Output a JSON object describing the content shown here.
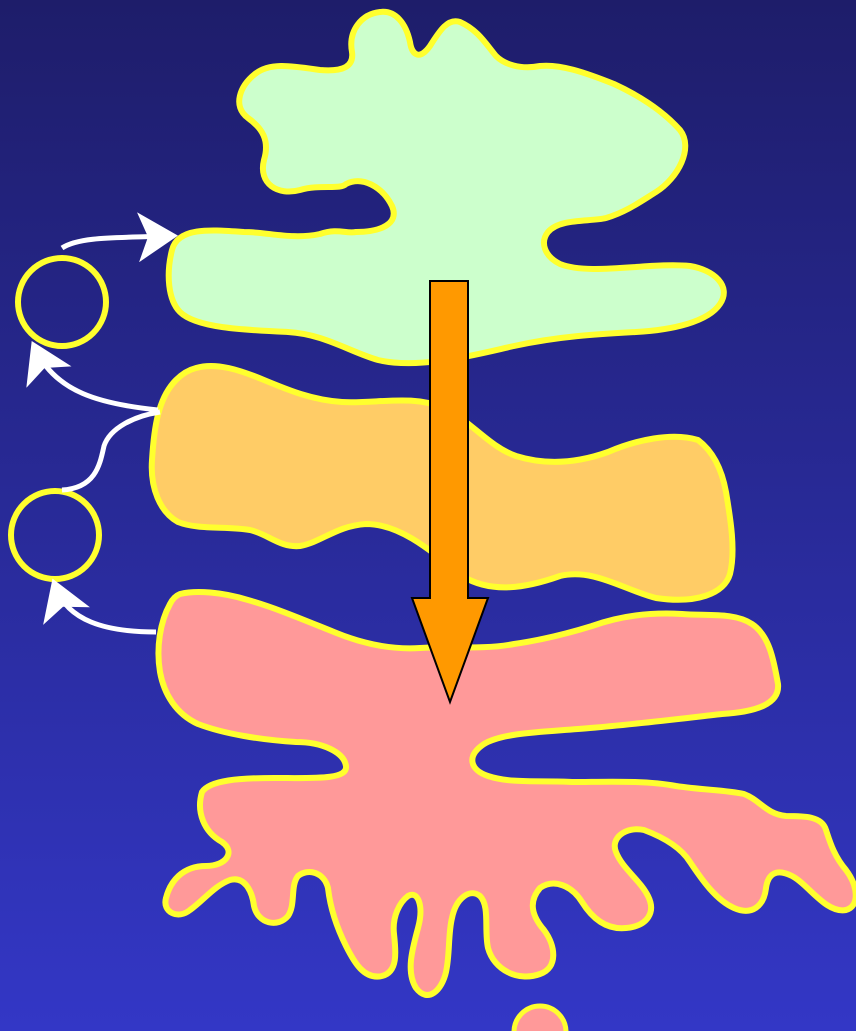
{
  "colors": {
    "background_top": "#1e1d6a",
    "background_bottom": "#3337c6",
    "outline": "#ffff2e",
    "top_region_fill": "#ccffcc",
    "middle_region_fill": "#ffcc66",
    "bottom_region_fill": "#ff9999",
    "arrow_fill": "#ff9900",
    "feedback_arrow": "#ffffff"
  },
  "regions": [
    {
      "id": "top",
      "color_key": "top_region_fill"
    },
    {
      "id": "middle",
      "color_key": "middle_region_fill"
    },
    {
      "id": "bottom",
      "color_key": "bottom_region_fill"
    }
  ],
  "icons": [
    "feedback-node-circle",
    "down-arrow",
    "feedback-curve-arrow"
  ]
}
